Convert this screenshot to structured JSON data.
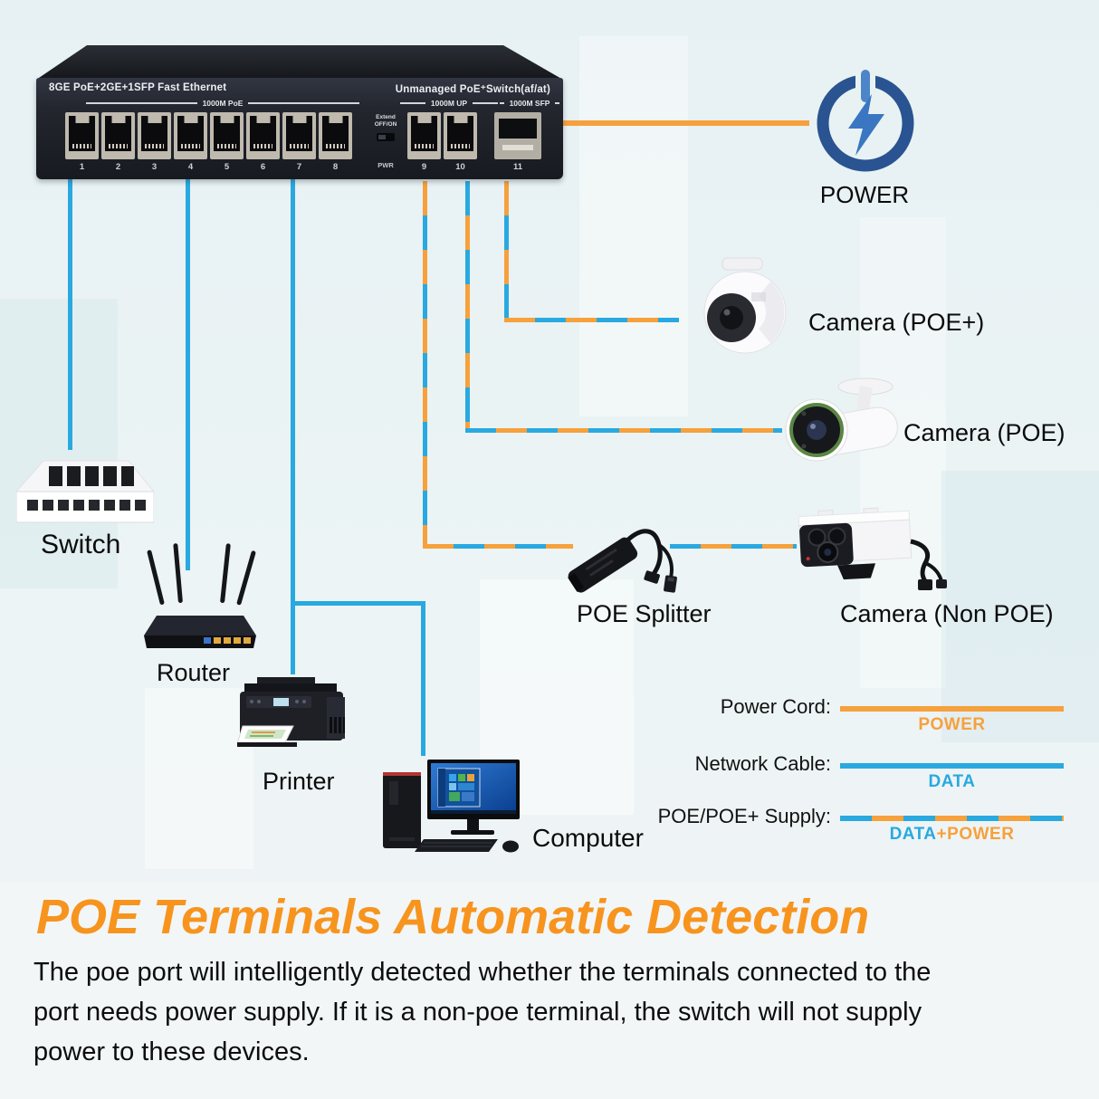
{
  "title": "POE Terminals Automatic Detection",
  "description_lines": [
    "The poe port will intelligently detected whether the terminals connected to the",
    "port needs power supply. If it is a non-poe terminal, the switch will not supply",
    "power to these devices."
  ],
  "switch": {
    "label_left": "8GE PoE+2GE+1SFP Fast Ethernet",
    "label_right": "Unmanaged PoE⁺Switch(af/at)",
    "poe_group_label": "1000M PoE",
    "uplink_group_label": "1000M UP",
    "sfp_group_label": "1000M SFP",
    "extend_label_line1": "Extend",
    "extend_label_line2": "OFF/ON",
    "pwr_label": "PWR",
    "ports": [
      "1",
      "2",
      "3",
      "4",
      "5",
      "6",
      "7",
      "8"
    ],
    "uplink_ports": [
      "9",
      "10"
    ],
    "sfp_port": "11"
  },
  "power": {
    "label": "POWER"
  },
  "devices": {
    "switch": "Switch",
    "router": "Router",
    "printer": "Printer",
    "computer": "Computer",
    "poe_splitter": "POE Splitter",
    "camera_poe_plus": "Camera (POE+)",
    "camera_poe": "Camera (POE)",
    "camera_non_poe": "Camera (Non POE)"
  },
  "legend": {
    "rows": [
      {
        "label": "Power Cord:",
        "value": "POWER",
        "line_type": "power"
      },
      {
        "label": "Network Cable:",
        "value": "DATA",
        "line_type": "data"
      },
      {
        "label": "POE/POE+ Supply:",
        "value_data": "DATA",
        "value_plus": "+",
        "value_power": "POWER",
        "line_type": "data_power"
      }
    ]
  },
  "colors": {
    "data_blue": "#29A9E0",
    "power_orange": "#F6A13C",
    "title_orange": "#F7941E",
    "power_icon_navy": "#2A5391",
    "power_icon_bolt": "#3A76C2"
  }
}
